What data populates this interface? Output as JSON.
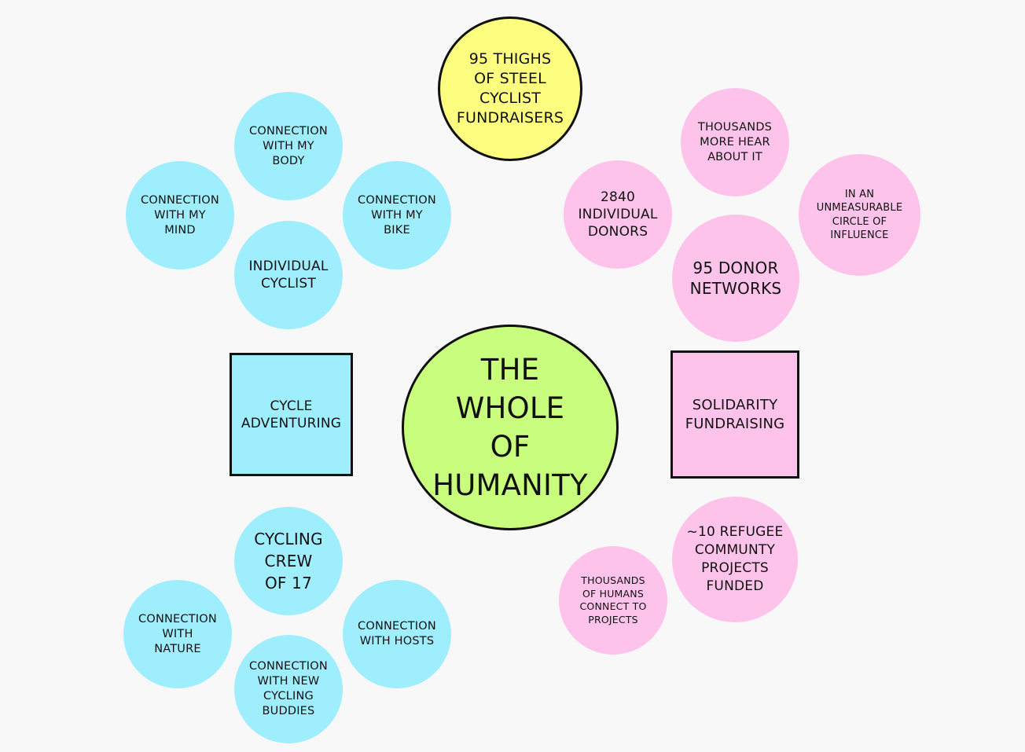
{
  "nodes": {
    "yellow": "95 THIGHS\nOF STEEL\nCYCLIST\nFUNDRAISERS",
    "center": "THE\nWHOLE\nOF\nHUMANITY",
    "body": "CONNECTION\nWITH MY\nBODY",
    "mind": "CONNECTION\nWITH MY\nMIND",
    "bike": "CONNECTION\nWITH MY\nBIKE",
    "individual_cyclist": "INDIVIDUAL\nCYCLIST",
    "cycle_adventuring": "CYCLE\nADVENTURING",
    "solidarity_fundraising": "SOLIDARITY\nFUNDRAISING",
    "thousands_hear": "THOUSANDS\nMORE HEAR\nABOUT IT",
    "individual_donors": "2840\nINDIVIDUAL\nDONORS",
    "circle_of_influence": "IN AN\nUNMEASURABLE\nCIRCLE OF\nINFLUENCE",
    "donor_networks": "95 DONOR\nNETWORKS",
    "cycling_crew": "CYCLING\nCREW\nOF 17",
    "nature": "CONNECTION\nWITH\nNATURE",
    "hosts": "CONNECTION\nWITH HOSTS",
    "buddies": "CONNECTION\nWITH NEW\nCYCLING\nBUDDIES",
    "refugee_projects": "~10 REFUGEE\nCOMMUNTY\nPROJECTS\nFUNDED",
    "humans_connect": "THOUSANDS\nOF HUMANS\nCONNECT TO\nPROJECTS"
  },
  "colors": {
    "blue": "#9eeefd",
    "pink": "#fec3ea",
    "yellow": "#fdfd80",
    "green": "#c9fd7d",
    "outline": "#111111",
    "background": "#f8f8f8"
  }
}
